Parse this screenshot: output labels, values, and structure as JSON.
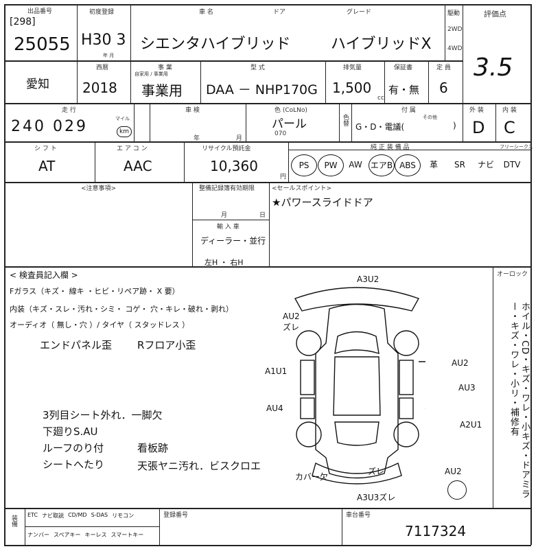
{
  "header": {
    "lot_label": "出品番号",
    "auction_no": "[298]",
    "lot_number": "25055",
    "first_reg_label": "初度登録",
    "first_reg": "H30 3",
    "month_label": "年 月",
    "car_name_label": "車 名",
    "car_name": "シエンタハイブリッド",
    "door_label": "ドア",
    "grade_label": "グレード",
    "grade": "ハイブリッドX",
    "drive_label": "駆動",
    "drive_2wd": "2WD",
    "drive_4wd": "4WD",
    "score_label": "評価点",
    "score": "3.5",
    "region": "愛知",
    "year_label": "西暦",
    "year": "2018",
    "usage_label": "事 業",
    "usage_sub": "自家用 / 事業用",
    "usage": "事業用",
    "model_label": "型 式",
    "model": "DAA － NHP170G",
    "displacement_label": "排気量",
    "displacement": "1,500",
    "cc": "cc",
    "warranty_label": "保証書",
    "warranty": "有・無",
    "capacity_label": "定 員",
    "capacity": "6",
    "mileage_label": "走 行",
    "mileage": "240 029",
    "mileage_unit": "km",
    "mile_label": "マイル",
    "inspection_label": "車 検",
    "inspection_ym": "年 月",
    "color_label": "色 (CoLNo)",
    "color": "パール",
    "color_no": "070",
    "color_change_label": "色替",
    "accessories_label": "付 属",
    "accessories": "G・D・電議(",
    "accessories_other": "その他",
    "exterior_label": "外 装",
    "exterior": "D",
    "interior_label": "内 装",
    "interior": "C"
  },
  "row3": {
    "shift_label": "シ フ ト",
    "shift": "AT",
    "ac_label": "エ ア コ ン",
    "ac": "AAC",
    "recycle_label": "リサイクル預託金",
    "recycle": "10,360",
    "yen": "円",
    "equip_label": "純 正 装 備 品",
    "equipment": [
      "PS",
      "PW",
      "AW",
      "エアB",
      "ABS",
      "革",
      "SR",
      "ナビ",
      "DTV"
    ],
    "tv_label": "フリーシークス"
  },
  "notes": {
    "attention_label": "<注意事項>",
    "record_label": "整備記録簿有効期限",
    "record_month": "月",
    "record_day": "日",
    "import_label": "輸 入 車",
    "import_dealer": "ディーラー・並行",
    "import_handle": "左H ・ 右H",
    "sales_label": "<セールスポイント>",
    "sales_point": "★パワースライドドア"
  },
  "inspection": {
    "title": "< 検査員記入欄 >",
    "glass": "Fガラス（キズ・ 線キ ・ヒビ・リペア跡・ X 要）",
    "interior_line": "内装（キズ・スレ・汚れ・シミ・ コゲ・ 穴・キレ・破れ・剥れ）",
    "audio": "オーディオ（ 無し・穴 ）/ タイヤ（ スタッドレス ）",
    "note1": "エンドパネル歪",
    "note2": "Rフロア小歪",
    "note3": "3列目シート外れ．一脚欠",
    "note4": "下廻りS.AU",
    "note5": "ルーフのり付",
    "note6": "看板跡",
    "note7": "シートへたり",
    "note8": "天張ヤニ汚れ．ビスクロエ"
  },
  "diagram": {
    "labels": [
      "A3U2",
      "AU2 ズレ",
      "A1U1",
      "AU4",
      "AU2",
      "AU3",
      "A2U1",
      "カバー欠",
      "ズレ",
      "AU2",
      "A3U3ズレ"
    ]
  },
  "side": {
    "over_label": "オーロック",
    "vertical": "ホイル・CD・キズ・ワレ・小キズ・ドアミラー・キズ・ワレ・小リ・補修有"
  },
  "footer": {
    "cat_label": "装備",
    "items_top": [
      "ETC",
      "ナビ取説",
      "CD/MD",
      "S-DAS",
      "リモコン"
    ],
    "items_bottom": [
      "ナンバー",
      "スペアキー",
      "キーレス",
      "スマートキー"
    ],
    "reg_label": "登録番号",
    "frame_label": "車台番号",
    "frame_no": "7117324"
  }
}
